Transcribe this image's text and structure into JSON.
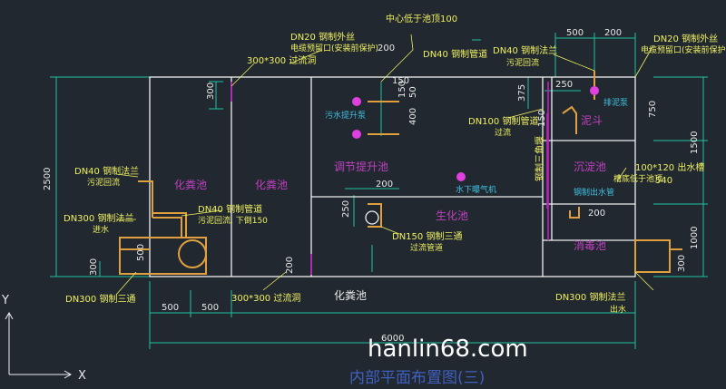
{
  "drawing": {
    "title": "内部平面布置图(三)",
    "watermark": "hanlin68.com",
    "axes": {
      "x": "X",
      "y": "Y"
    },
    "colors": {
      "background": "#212830",
      "tank_wall": "#f0f0f0",
      "dimension": "#20c0a0",
      "annotation": "#f0f060",
      "label": "#c040c0",
      "pipe": "#e0a040",
      "partition": "#c020c0"
    },
    "chambers": [
      {
        "id": "septic-1",
        "label": "化粪池"
      },
      {
        "id": "septic-2",
        "label": "化粪池"
      },
      {
        "id": "septic-bottom",
        "label": "化粪池"
      },
      {
        "id": "regulating",
        "label": "调节提升池"
      },
      {
        "id": "bio",
        "label": "生化池"
      },
      {
        "id": "sedimentation",
        "label": "沉淀池"
      },
      {
        "id": "disinfection",
        "label": "消毒池"
      },
      {
        "id": "funnel",
        "label": "泥斗"
      }
    ],
    "dimensions": {
      "top_500": "500",
      "top_300": "300",
      "d200_a": "200",
      "d200_b": "200",
      "d200_c": "200",
      "d300_left": "300",
      "d150": "150",
      "d50": "50",
      "d400": "400",
      "d375": "375",
      "d250_top": "250",
      "d150_right": "150",
      "d750": "750",
      "d1500": "1500",
      "d2500": "2500",
      "d500_mid": "500",
      "d250_mid": "250",
      "d300_bottom": "300",
      "d200_bottom": "200",
      "d500_b1": "500",
      "d500_b2": "500",
      "d6000": "6000",
      "d1000": "1000",
      "d540": "540",
      "d200_right": "200",
      "d300_rb": "300",
      "d150_left": "150"
    },
    "annotations": {
      "center_pipe": "中心低于池顶100",
      "dn20_left_l1": "DN20 钢制外丝",
      "dn20_left_l2": "电缆预留口(安装前保护)",
      "dn40_steel_top": "DN40 钢制管道",
      "hole_top": "300*300 过流洞",
      "dn40_right_l1": "DN40 钢制法兰",
      "dn40_right_l2": "污泥回流",
      "dn20_right_l1": "DN20 钢制外丝",
      "dn20_right_l2": "电缆预留口(安装前保护)",
      "dn40_left_l1": "DN40 钢制法兰",
      "dn40_left_l2": "污泥回流",
      "dn40_mid_l1": "DN40 钢制管道",
      "dn40_mid_l2": "污泥回流, 下倒150",
      "dn300_in_l1": "DN300 钢制法兰",
      "dn300_in_l2": "进水",
      "dn300_tee": "DN300 钢制三通",
      "hole_bottom": "300*300 过流洞",
      "dn100_l1": "DN100 钢制管道",
      "dn100_l2": "过流",
      "dn150_l1": "DN150 钢制三通",
      "dn150_l2": "过流管道",
      "weir_l1": "100*120 出水槽",
      "weir_l2": "槽底低于池顶",
      "dn300_out_l1": "DN300 钢制法兰",
      "dn300_out_l2": "出水",
      "pump_left": "污水提升泵",
      "pump_right": "排泥泵",
      "aerator": "水下曝气机",
      "outlet_pipe": "钢制出水管",
      "weir_vertical": "钢制三角堰"
    }
  }
}
